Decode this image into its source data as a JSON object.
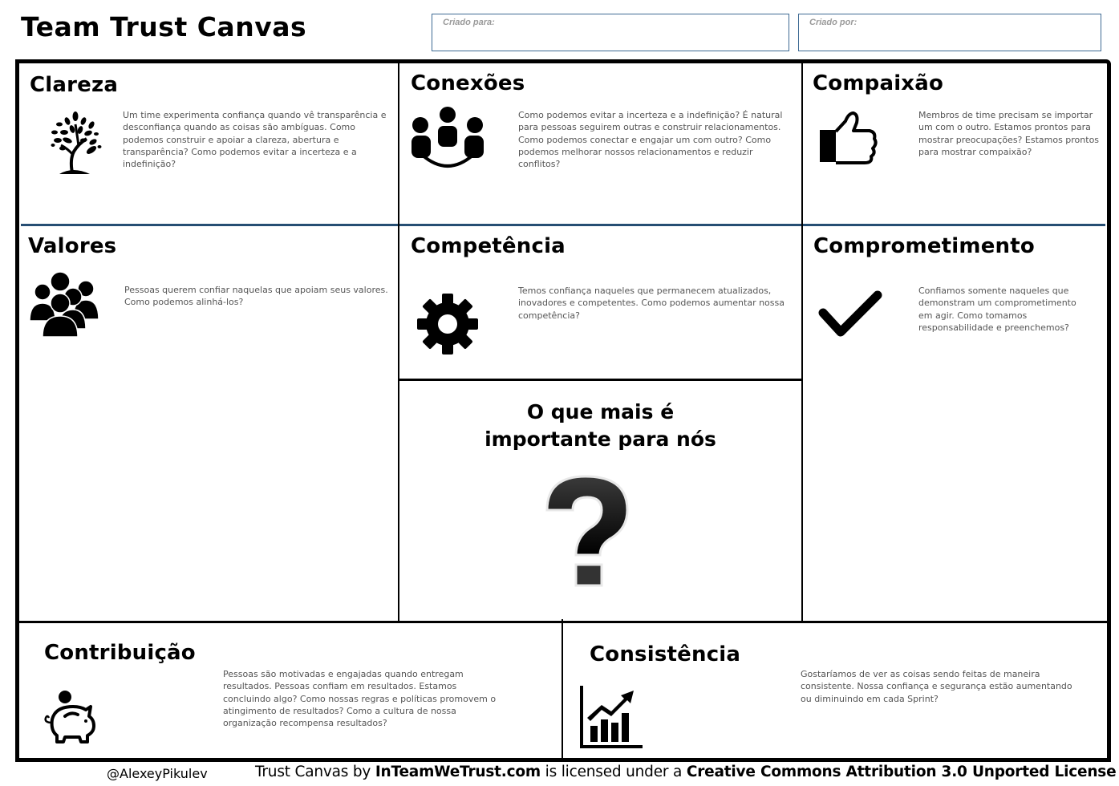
{
  "header": {
    "title": "Team Trust Canvas",
    "created_for": {
      "label": "Criado para:",
      "value": ""
    },
    "created_by": {
      "label": "Criado por:",
      "value": ""
    }
  },
  "sections": {
    "clareza": {
      "title": "Clareza",
      "icon": "tree-icon",
      "text": "Um time experimenta confiança quando vê transparência e desconfiança quando as coisas são ambíguas. Como podemos construir e apoiar a clareza, abertura e transparência? Como podemos evitar a incerteza e a indefinição?"
    },
    "conexoes": {
      "title": "Conexões",
      "icon": "connected-people-icon",
      "text": "Como podemos evitar a incerteza e a indefinição? É natural para pessoas seguirem outras e construir relacionamentos. Como podemos conectar e engajar um com outro? Como podemos melhorar nossos relacionamentos e reduzir conflitos?"
    },
    "compaixao": {
      "title": "Compaixão",
      "icon": "thumbs-up-icon",
      "text": "Membros de time precisam se importar um com o outro. Estamos prontos para mostrar preocupações? Estamos prontos para mostrar compaixão?"
    },
    "valores": {
      "title": "Valores",
      "icon": "group-icon",
      "text": "Pessoas querem confiar naquelas que apoiam seus valores. Como podemos alinhá-los?"
    },
    "competencia": {
      "title": "Competência",
      "icon": "gear-icon",
      "text": "Temos confiança naqueles que permanecem atualizados, inovadores e competentes. Como podemos aumentar nossa competência?"
    },
    "comprometimento": {
      "title": "Comprometimento",
      "icon": "checkmark-icon",
      "text": "Confiamos somente naqueles que demonstram um comprometimento em agir. Como tomamos responsabilidade e preenchemos?"
    },
    "centro": {
      "title_line1": "O que mais é",
      "title_line2": "importante para nós",
      "icon": "question-mark-icon"
    },
    "contribuicao": {
      "title": "Contribuição",
      "icon": "piggy-bank-icon",
      "text": "Pessoas são motivadas e engajadas quando entregam resultados. Pessoas confiam em resultados. Estamos concluindo algo? Como nossas regras e políticas promovem o atingimento de resultados? Como a cultura de nossa organização recompensa resultados?"
    },
    "consistencia": {
      "title": "Consistência",
      "icon": "growth-chart-icon",
      "text": "Gostaríamos de ver as coisas sendo feitas de maneira consistente. Nossa confiança e segurança estão aumentando ou diminuindo em cada Sprint?"
    }
  },
  "footer": {
    "author": "@AlexeyPikulev",
    "license_prefix": "Trust Canvas by ",
    "license_site": "InTeamWeTrust.com",
    "license_middle": " is licensed under a ",
    "license_name": "Creative Commons Attribution 3.0 Unported License"
  },
  "colors": {
    "frame": "#000000",
    "divider_blue": "#264e73",
    "input_border": "#3e6a93",
    "body_text": "#555555",
    "label_text": "#9a9a9a"
  }
}
